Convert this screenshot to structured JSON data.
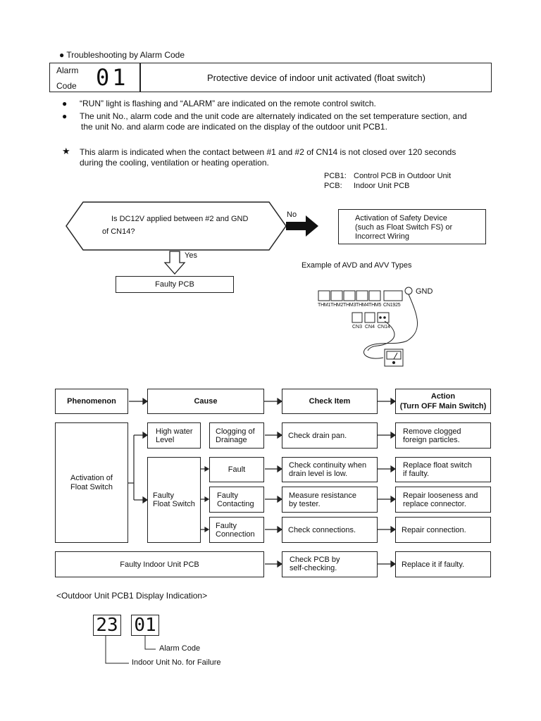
{
  "header": {
    "bullet": "●",
    "title": "Troubleshooting by Alarm Code"
  },
  "alarm_table": {
    "label_line1": "Alarm",
    "label_line2": "Code",
    "code": "01",
    "description": "Protective device of indoor unit activated (float switch)"
  },
  "notes": [
    {
      "marker": "●",
      "text": "“RUN” light is flashing and “ALARM” are indicated on the remote control switch."
    },
    {
      "marker": "●",
      "text_line1": "The unit No., alarm code and the unit code are alternately indicated on the set temperature section, and",
      "text_line2": "the unit No. and alarm code are indicated on the display of the outdoor unit PCB1."
    },
    {
      "marker": "★",
      "text_line1": "This alarm is indicated when the contact between #1 and #2 of CN14 is not closed over 120 seconds",
      "text_line2": "during the cooling, ventilation or heating operation."
    }
  ],
  "legend": {
    "pcb1_key": "PCB1:",
    "pcb1_val": "Control PCB in Outdoor Unit",
    "pcb_key": "PCB:",
    "pcb_val": "Indoor Unit PCB"
  },
  "decision": {
    "question_line1": "Is DC12V applied between #2 and GND",
    "question_line2": "of CN14?",
    "no_label": "No",
    "yes_label": "Yes",
    "no_result_line1": "Activation of Safety Device",
    "no_result_line2": "(such as Float Switch FS) or",
    "no_result_line3": "Incorrect Wiring",
    "yes_result": "Faulty PCB"
  },
  "wiring": {
    "caption": "Example of AVD and AVV Types",
    "gnd": "GND",
    "connectors_top": [
      "THM1",
      "THM2",
      "THM3",
      "THM4",
      "THM5",
      "CN1925"
    ],
    "connectors_bottom": [
      "CN3",
      "CN4",
      "CN14"
    ]
  },
  "table": {
    "headers": {
      "phenomenon": "Phenomenon",
      "cause": "Cause",
      "check": "Check Item",
      "action_line1": "Action",
      "action_line2": "(Turn OFF Main Switch)"
    },
    "phenomenon_line1": "Activation of",
    "phenomenon_line2": "Float Switch",
    "cause_high_line1": "High water",
    "cause_high_line2": "Level",
    "cause_faulty_line1": "Faulty",
    "cause_faulty_line2": "Float Switch",
    "rows": [
      {
        "sub_line1": "Clogging of",
        "sub_line2": "Drainage",
        "check_line1": "Check drain pan.",
        "check_line2": "",
        "action_line1": "Remove clogged",
        "action_line2": "foreign particles."
      },
      {
        "sub_line1": "Fault",
        "sub_line2": "",
        "check_line1": "Check continuity when",
        "check_line2": "drain level is low.",
        "action_line1": "Replace float switch",
        "action_line2": "if faulty."
      },
      {
        "sub_line1": "Faulty",
        "sub_line2": "Contacting",
        "check_line1": "Measure resistance",
        "check_line2": "by tester.",
        "action_line1": "Repair looseness and",
        "action_line2": "replace connector."
      },
      {
        "sub_line1": "Faulty",
        "sub_line2": "Connection",
        "check_line1": "Check connections.",
        "check_line2": "",
        "action_line1": "Repair connection.",
        "action_line2": ""
      }
    ],
    "last_row": {
      "phenomenon": "Faulty Indoor Unit PCB",
      "check_line1": "Check PCB by",
      "check_line2": "self-checking.",
      "action": "Replace it if faulty."
    }
  },
  "outdoor_display": {
    "heading": "<Outdoor Unit PCB1 Display Indication>",
    "unit_no": "23",
    "alarm": "01",
    "alarm_label": "Alarm Code",
    "unit_label": "Indoor Unit No. for Failure"
  }
}
